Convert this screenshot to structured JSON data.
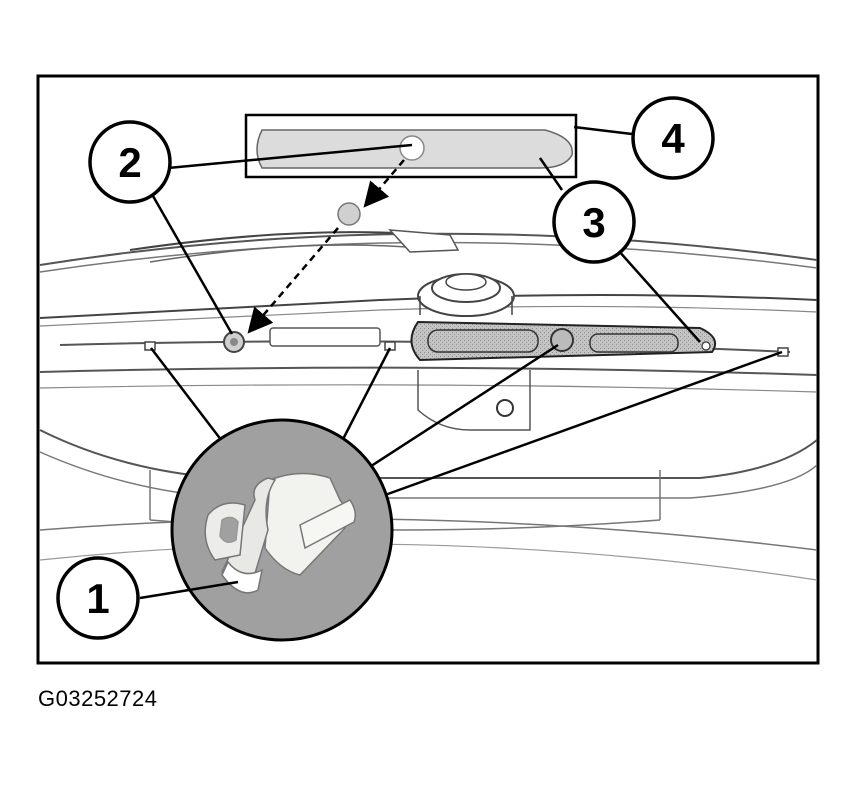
{
  "figure": {
    "id_label": "G03252724"
  },
  "callouts": {
    "c1": "1",
    "c2": "2",
    "c3": "3",
    "c4": "4"
  },
  "colors": {
    "line": "#000000",
    "panel_fill": "#e2e2e2",
    "zoom_fill": "#a0a0a0",
    "clip_fill": "#f2f2ee",
    "trim_fill": "#c8c8c8"
  }
}
